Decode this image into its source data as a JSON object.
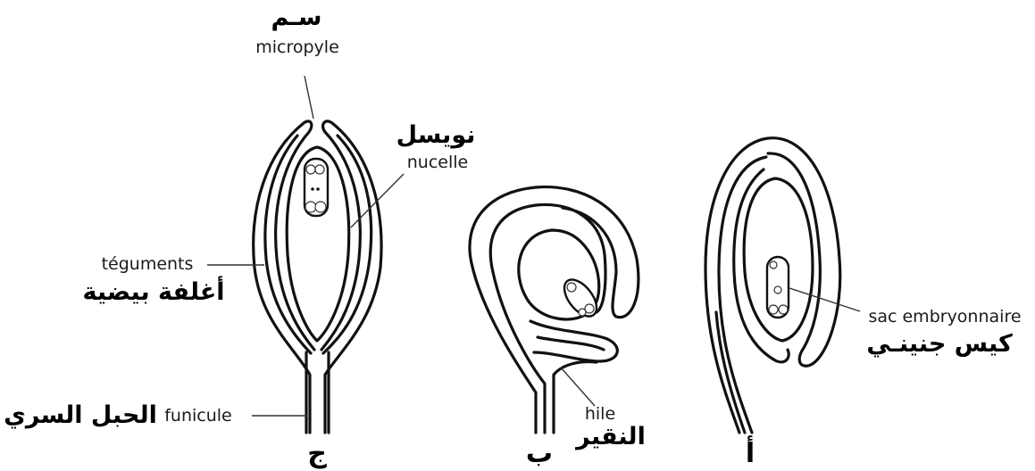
{
  "labels": {
    "micropyle_fr": "micropyle",
    "micropyle_ar": "سـم",
    "nucelle_fr": "nucelle",
    "nucelle_ar": "نويسل",
    "teguments_fr": "téguments",
    "teguments_ar": "أغلفة بيضية",
    "funicule_fr": "funicule",
    "funicule_ar": "الحبل السري",
    "hile_fr": "hile",
    "hile_ar": "النقير",
    "sac_fr": "sac embryonnaire",
    "sac_ar": "كيس جنينـي"
  },
  "figure_letters": {
    "left": "ج",
    "middle": "ب",
    "right": "أ"
  }
}
